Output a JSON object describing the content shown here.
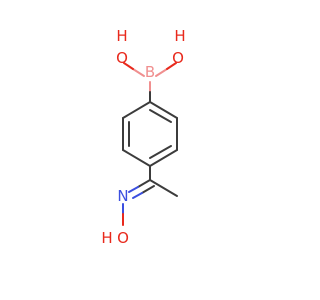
{
  "molecule": {
    "atoms": {
      "oh_left_h": "H",
      "oh_left_o": "O",
      "oh_right_o": "O",
      "oh_right_h": "H",
      "boron": "B",
      "nitrogen": "N",
      "oxime_o": "O",
      "oxime_h": "H"
    },
    "colors": {
      "carbon_bond": "#3c3c3c",
      "oxygen": "#e8291c",
      "boron": "#f08f8f",
      "nitrogen": "#3b4fe0"
    }
  }
}
